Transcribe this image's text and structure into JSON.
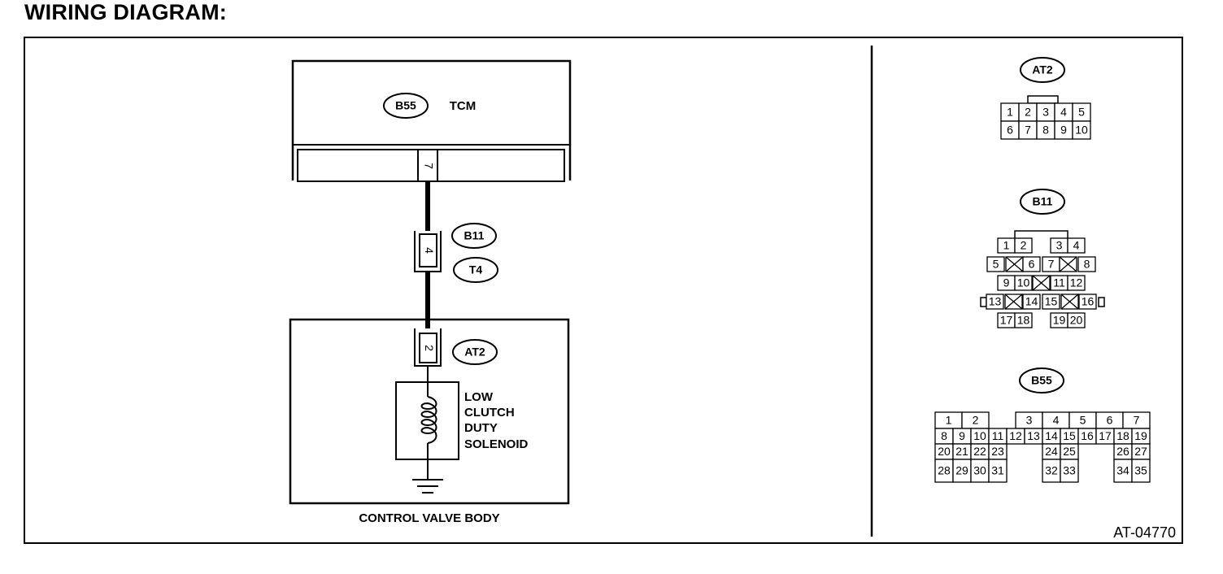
{
  "title": "WIRING DIAGRAM:",
  "figure_id": "AT-04770",
  "tcm": {
    "connector": "B55",
    "label": "TCM",
    "pin": "7"
  },
  "intermediate": {
    "connectors": [
      "B11",
      "T4"
    ],
    "pin": "4"
  },
  "control_valve_body": {
    "label": "CONTROL VALVE BODY",
    "connector": "AT2",
    "pin": "2",
    "solenoid_label": [
      "LOW",
      "CLUTCH",
      "DUTY",
      "SOLENOID"
    ]
  },
  "connector_faces": {
    "AT2": {
      "name": "AT2",
      "rows": [
        [
          "1",
          "2",
          "3",
          "4",
          "5"
        ],
        [
          "6",
          "7",
          "8",
          "9",
          "10"
        ]
      ]
    },
    "B11": {
      "name": "B11",
      "rows": [
        [
          "1",
          "2",
          "3",
          "4"
        ],
        [
          "5",
          "6",
          "7",
          "8"
        ],
        [
          "9",
          "10",
          "11",
          "12"
        ],
        [
          "13",
          "14",
          "15",
          "16"
        ],
        [
          "17",
          "18",
          "19",
          "20"
        ]
      ]
    },
    "B55": {
      "name": "B55",
      "rows": [
        [
          "1",
          "2",
          "3",
          "4",
          "5",
          "6",
          "7"
        ],
        [
          "8",
          "9",
          "10",
          "11",
          "12",
          "13",
          "14",
          "15",
          "16",
          "17",
          "18",
          "19"
        ],
        [
          "20",
          "21",
          "22",
          "23",
          "24",
          "25",
          "26",
          "27"
        ],
        [
          "28",
          "29",
          "30",
          "31",
          "32",
          "33",
          "34",
          "35"
        ]
      ]
    }
  }
}
